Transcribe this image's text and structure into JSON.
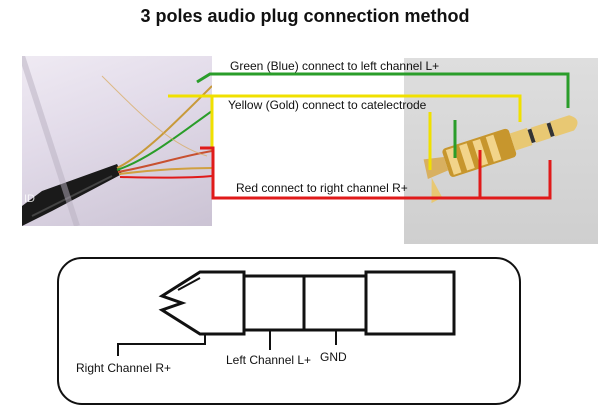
{
  "title": "3 poles audio plug connection method",
  "labels": {
    "green": "Green (Blue) connect to left channel L+",
    "yellow": "Yellow (Gold) connect to catelectrode",
    "red": "Red connect to right channel R+",
    "right_channel": "Right Channel R+",
    "left_channel": "Left Channel L+",
    "gnd": "GND"
  },
  "colors": {
    "green": "#2a9d2a",
    "yellow": "#f0e000",
    "red": "#e01a1a",
    "outline": "#111111"
  }
}
